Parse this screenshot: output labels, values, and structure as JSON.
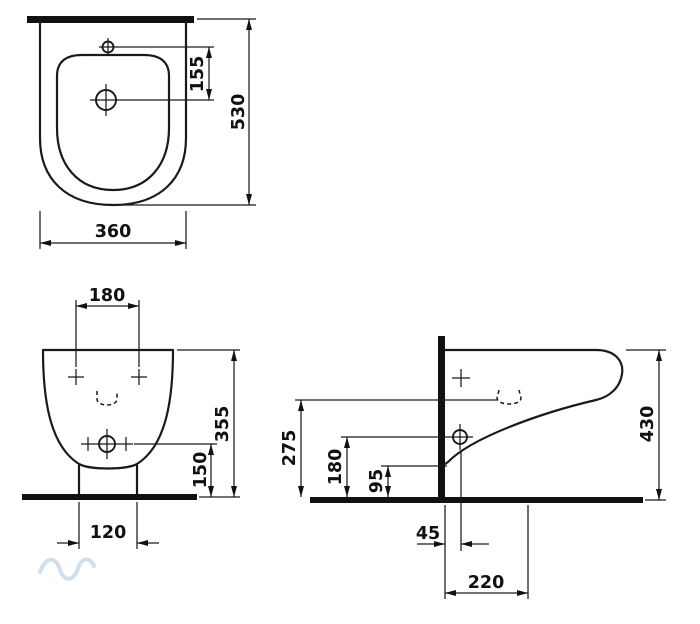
{
  "drawing": {
    "kind": "sanitary-ware-dimension-drawing",
    "background": "#ffffff",
    "line_color": "#1a1a1a",
    "watermark_color": "#a9c4de",
    "views": {
      "top": {
        "label": "top-view",
        "dim_hole_offset": "155",
        "dim_depth": "530",
        "dim_width": "360"
      },
      "front": {
        "label": "front-view",
        "dim_hole_spacing": "180",
        "dim_height": "355",
        "dim_outlet_height": "150",
        "dim_base_width": "120"
      },
      "side": {
        "label": "side-view",
        "dim_total_height": "430",
        "dim_drain_height": "275",
        "dim_inlet_height": "180",
        "dim_trap_height": "95",
        "dim_wall_offset": "45",
        "dim_drain_offset": "220"
      }
    }
  }
}
